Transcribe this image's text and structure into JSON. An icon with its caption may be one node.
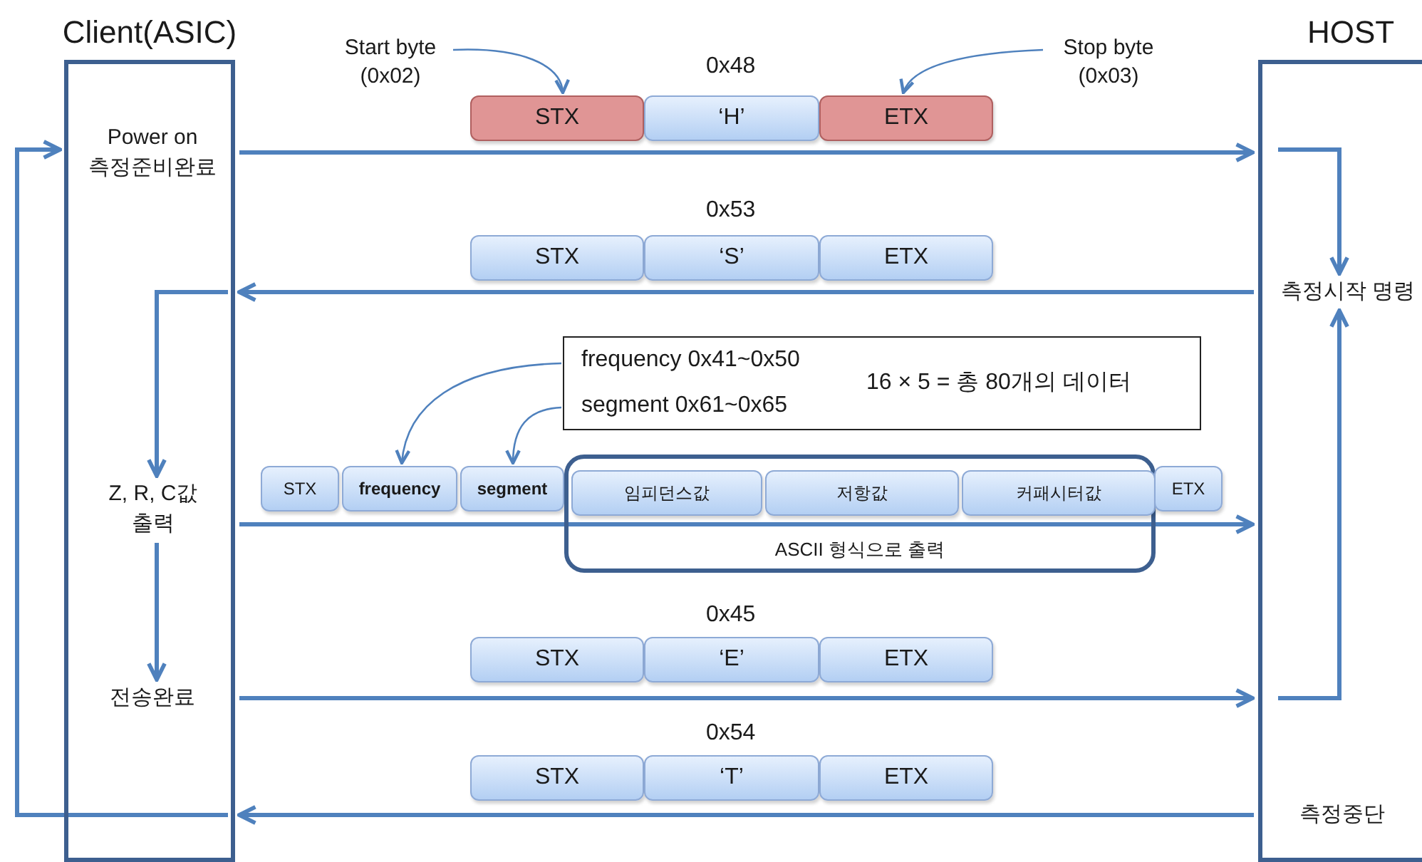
{
  "diagram": {
    "nodes": [
      {
        "text": [
          "Client(ASIC)"
        ]
      },
      {
        "text": [
          "Power on 측정준비완료"
        ],
        "in": 0
      },
      {
        "text": [
          "Z, R, C값 출력"
        ],
        "in": 0
      },
      {
        "text": [
          "전송완료"
        ],
        "in": 0
      },
      {
        "text": [
          "HOST"
        ]
      },
      {
        "text": [
          "측정시작 명령"
        ],
        "in": 4
      },
      {
        "text": [
          "측정중단"
        ],
        "in": 4
      },
      {
        "text": [
          "Start byte (0x02)"
        ]
      },
      {
        "text": [
          "Stop byte (0x03)"
        ]
      },
      {
        "text": [
          "STX"
        ]
      },
      {
        "text": [
          "‘H’"
        ]
      },
      {
        "text": [
          "ETX"
        ]
      },
      {
        "text": [
          "STX"
        ]
      },
      {
        "text": [
          "‘S’"
        ]
      },
      {
        "text": [
          "ETX"
        ]
      },
      {
        "text": [
          "frequency 0x41~0x50",
          "segment 0x61~0x65",
          "16 × 5 = 총 80개의 데이터"
        ]
      },
      {
        "text": [
          "STX"
        ]
      },
      {
        "text": [
          "frequency"
        ]
      },
      {
        "text": [
          "segment"
        ]
      },
      {
        "text": [
          "ASCII 형식으로 출력"
        ]
      },
      {
        "text": [
          "임피던스값"
        ],
        "in": 19
      },
      {
        "text": [
          "저항값"
        ],
        "in": 19
      },
      {
        "text": [
          "커패시터값"
        ],
        "in": 19
      },
      {
        "text": [
          "ETX"
        ]
      },
      {
        "text": [
          "STX"
        ]
      },
      {
        "text": [
          "‘E’"
        ]
      },
      {
        "text": [
          "ETX"
        ]
      },
      {
        "text": [
          "STX"
        ]
      },
      {
        "text": [
          "‘T’"
        ]
      },
      {
        "text": [
          "ETX"
        ]
      }
    ],
    "edges": [
      {
        "from": 7,
        "to": 9,
        "arrow": "to"
      },
      {
        "from": 8,
        "to": 11,
        "arrow": "to"
      },
      {
        "from": 15,
        "to": 17,
        "arrow": "to"
      },
      {
        "from": 15,
        "to": 18,
        "arrow": "to"
      },
      {
        "from": 0,
        "to": 4,
        "arrow": "to"
      },
      {
        "from": 4,
        "to": 0,
        "arrow": "to"
      },
      {
        "from": null,
        "to": 2,
        "arrow": "to"
      },
      {
        "from": 0,
        "to": 4,
        "arrow": "to"
      },
      {
        "from": 2,
        "to": 3,
        "arrow": "to"
      },
      {
        "from": 0,
        "to": 4,
        "arrow": "to"
      },
      {
        "from": 4,
        "to": 0,
        "arrow": "to"
      },
      {
        "from": null,
        "to": 0,
        "arrow": "to"
      },
      {
        "from": null,
        "to": 5,
        "arrow": "to"
      },
      {
        "from": null,
        "to": 5,
        "arrow": "to"
      }
    ],
    "labels": [
      "0x48",
      "0x53",
      "0x45",
      "0x54"
    ]
  }
}
